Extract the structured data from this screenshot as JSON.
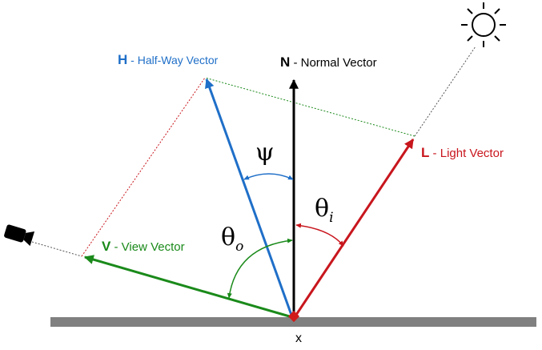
{
  "labels": {
    "normal": {
      "letter": "N",
      "desc": " - Normal Vector"
    },
    "halfway": {
      "letter": "H",
      "desc": " - Half-Way Vector"
    },
    "light": {
      "letter": "L",
      "desc": " - Light Vector"
    },
    "view": {
      "letter": "V",
      "desc": " - View Vector"
    },
    "point": "x"
  },
  "angles": {
    "psi": "ψ",
    "theta_i": {
      "base": "θ",
      "sub": "i"
    },
    "theta_o": {
      "base": "θ",
      "sub": "o"
    }
  },
  "icons": [
    "sun-icon",
    "camera-icon"
  ],
  "colors": {
    "normal": "#000000",
    "halfway": "#1f6fc8",
    "light": "#c8161d",
    "view": "#1a8a1a",
    "surface": "#808080",
    "dotted_light": "#555555"
  }
}
